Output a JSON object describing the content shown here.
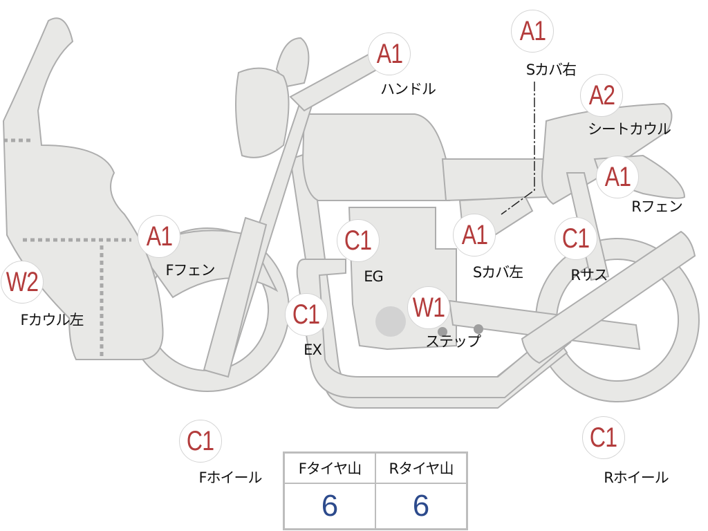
{
  "colors": {
    "part_fill": "#e8e8e6",
    "part_stroke": "#adadad",
    "badge_text": "#b33c3c",
    "value_text": "#2c4a8c"
  },
  "markers": [
    {
      "code": "A1",
      "label": "ハンドル"
    },
    {
      "code": "A1",
      "label": "Sカバ右"
    },
    {
      "code": "A2",
      "label": "シートカウル"
    },
    {
      "code": "A1",
      "label": "Rフェン"
    },
    {
      "code": "C1",
      "label": "Rサス"
    },
    {
      "code": "A1",
      "label": "Sカバ左"
    },
    {
      "code": "C1",
      "label": "EG"
    },
    {
      "code": "W1",
      "label": "ステップ"
    },
    {
      "code": "C1",
      "label": "EX"
    },
    {
      "code": "A1",
      "label": "Fフェン"
    },
    {
      "code": "W2",
      "label": "Fカウル左"
    },
    {
      "code": "C1",
      "label": "Fホイール"
    },
    {
      "code": "C1",
      "label": "Rホイール"
    }
  ],
  "tread_table": {
    "headers": [
      "Fタイヤ山",
      "Rタイヤ山"
    ],
    "values": [
      "6",
      "6"
    ]
  }
}
